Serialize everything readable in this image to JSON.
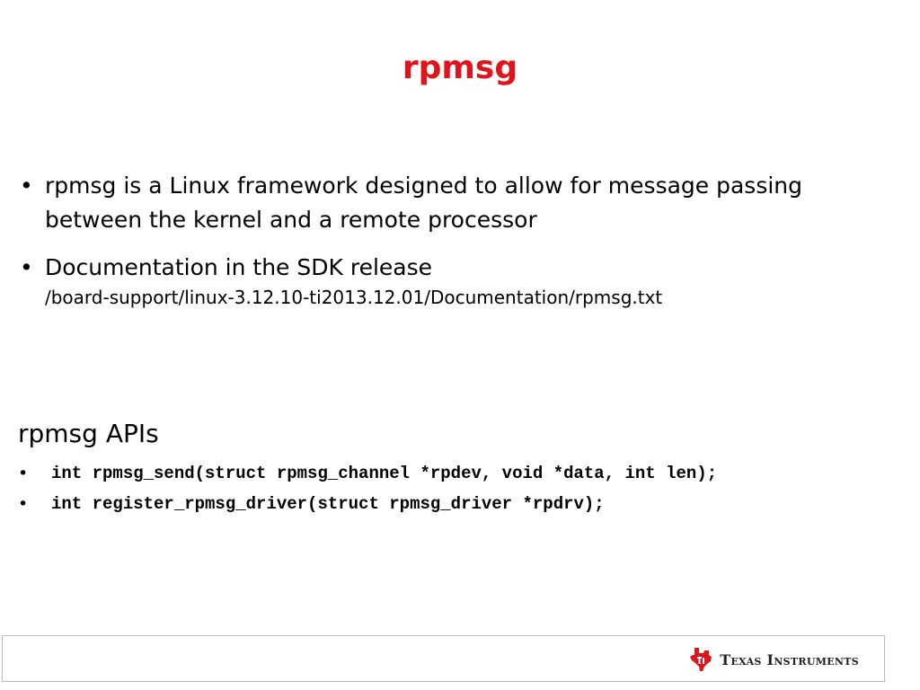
{
  "slide": {
    "title": "rpmsg",
    "title_color": "#e1141c",
    "bullets": [
      {
        "text": "rpmsg is a Linux framework designed to allow for message passing between the kernel and a remote processor"
      },
      {
        "text": "Documentation in the SDK release",
        "path": "/board-support/linux-3.12.10-ti2013.12.01/Documentation/rpmsg.txt"
      }
    ],
    "bullet_symbol": "•",
    "api_heading": "rpmsg APIs",
    "apis": [
      "int rpmsg_send(struct rpmsg_channel *rpdev, void *data, int len);",
      "int register_rpmsg_driver(struct rpmsg_driver *rpdrv);"
    ]
  },
  "footer": {
    "logo_text": "Texas Instruments",
    "logo_icon": "ti-state-logo-icon",
    "logo_color": "#e1141c"
  }
}
